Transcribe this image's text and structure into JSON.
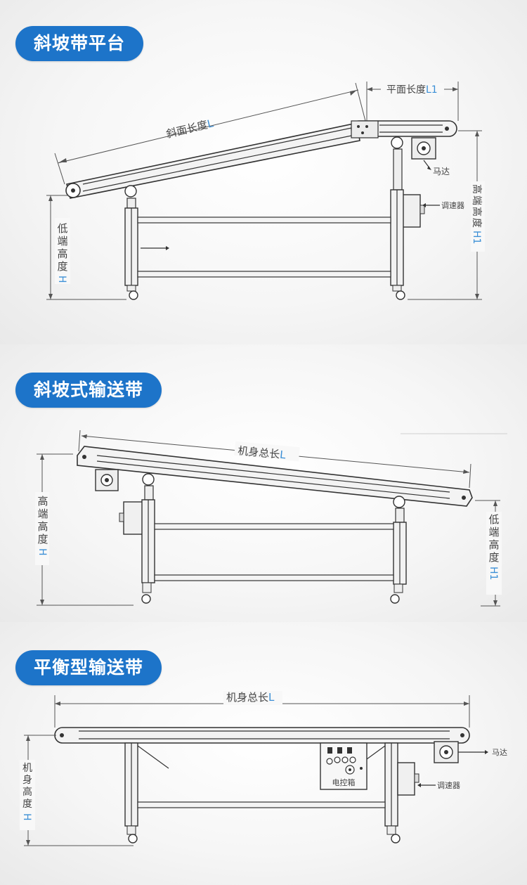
{
  "sections": {
    "ramp_platform": {
      "title": "斜坡带平台",
      "slope_length": "斜面长度",
      "slope_length_var": "L",
      "flat_length": "平面长度",
      "flat_length_var": "L1",
      "motor": "马达",
      "speed_controller": "调速器",
      "high_height": [
        "高",
        "端",
        "高",
        "度"
      ],
      "high_height_var": "H1",
      "low_height": [
        "低",
        "端",
        "高",
        "度"
      ],
      "low_height_var": "H"
    },
    "ramp_conveyor": {
      "title": "斜坡式输送带",
      "total_length": "机身总长",
      "total_length_var": "L",
      "high_height": [
        "高",
        "端",
        "高",
        "度"
      ],
      "high_height_var": "H",
      "low_height": [
        "低",
        "端",
        "高",
        "度"
      ],
      "low_height_var": "H1"
    },
    "flat_conveyor": {
      "title": "平衡型输送带",
      "total_length": "机身总长",
      "total_length_var": "L",
      "body_height": [
        "机",
        "身",
        "高",
        "度"
      ],
      "body_height_var": "H",
      "motor": "马达",
      "speed_controller": "调速器",
      "control_box": "电控箱"
    }
  },
  "colors": {
    "accent": "#1d74c9",
    "variable": "#3b8fd6"
  }
}
